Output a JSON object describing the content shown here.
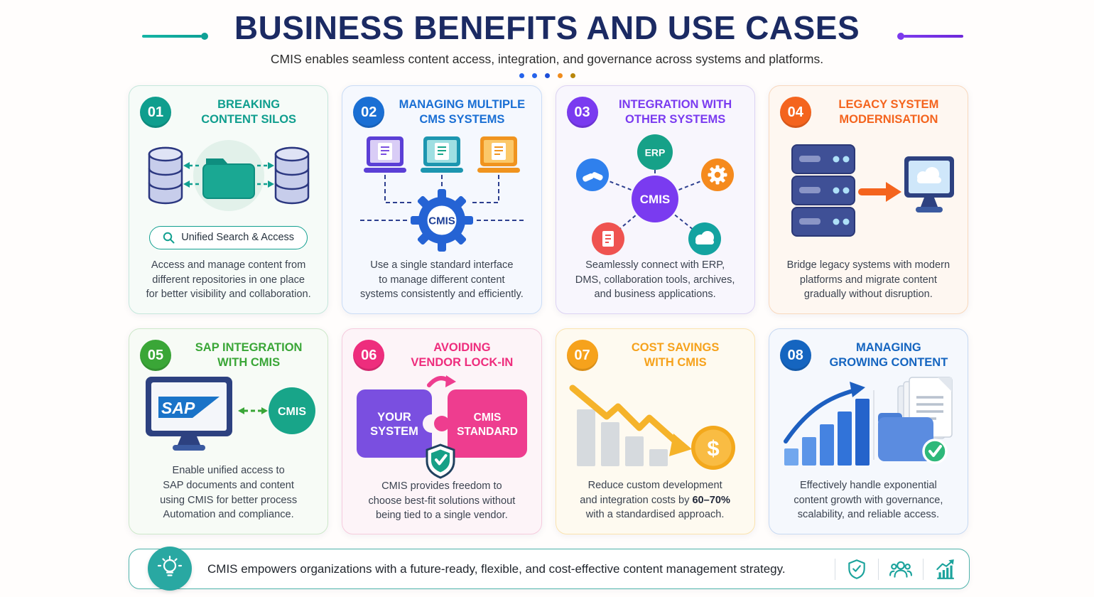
{
  "header": {
    "title": "BUSINESS BENEFITS AND USE CASES",
    "subtitle": "CMIS enables seamless content access, integration, and governance across systems and platforms.",
    "accent_left": "#0ea196",
    "accent_right": "#7c3aed",
    "title_color": "#1b2a63",
    "dot_colors": [
      "#2563eb",
      "#2563eb",
      "#1d4ed8",
      "#f08c1d",
      "#b8860b"
    ]
  },
  "cards": [
    {
      "number": "01",
      "title": "BREAKING CONTENT SILOS",
      "search_label": "Unified Search & Access",
      "description": "Access and manage content from different repositories in one place for better visibility and collaboration.",
      "theme": "#0f9e8e"
    },
    {
      "number": "02",
      "title": "MANAGING MULTIPLE CMS SYSTEMS",
      "gear_label": "CMIS",
      "description": "Use a single standard interface to manage different content systems consistently and efficiently.",
      "theme": "#1a6fd4"
    },
    {
      "number": "03",
      "title": "INTEGRATION WITH OTHER SYSTEMS",
      "erp_label": "ERP",
      "hub_label": "CMIS",
      "description": "Seamlessly connect with ERP, DMS, collaboration tools, archives, and business applications.",
      "theme": "#7a3bf0"
    },
    {
      "number": "04",
      "title": "LEGACY SYSTEM MODERNISATION",
      "description": "Bridge legacy systems with modern platforms and migrate content gradually without disruption.",
      "theme": "#f4641e"
    },
    {
      "number": "05",
      "title": "SAP INTEGRATION WITH CMIS",
      "sap_label": "SAP",
      "cmis_label": "CMIS",
      "description": "Enable unified access to SAP documents and content using CMIS for better process Automation and compliance.",
      "theme": "#3aa637"
    },
    {
      "number": "06",
      "title": "AVOIDING VENDOR LOCK-IN",
      "left_line1": "YOUR",
      "left_line2": "SYSTEM",
      "right_line1": "CMIS",
      "right_line2": "STANDARD",
      "description": "CMIS provides freedom to choose best-fit solutions without being tied to a single vendor.",
      "theme": "#ee2d7d"
    },
    {
      "number": "07",
      "title": "COST SAVINGS WITH CMIS",
      "coin_label": "$",
      "desc_pre": "Reduce custom development and integration costs by ",
      "desc_bold": "60–70%",
      "desc_post": " with a standardised approach.",
      "theme": "#f6a21c"
    },
    {
      "number": "08",
      "title": "MANAGING GROWING CONTENT",
      "description": "Effectively handle exponential content growth with governance, scalability, and reliable access.",
      "theme": "#1565c0"
    }
  ],
  "footer": {
    "message": "CMIS empowers organizations with a future-ready, flexible, and cost-effective content management strategy.",
    "accent": "#29a8a2",
    "icons": [
      "shield-check",
      "team",
      "growth-chart"
    ]
  }
}
